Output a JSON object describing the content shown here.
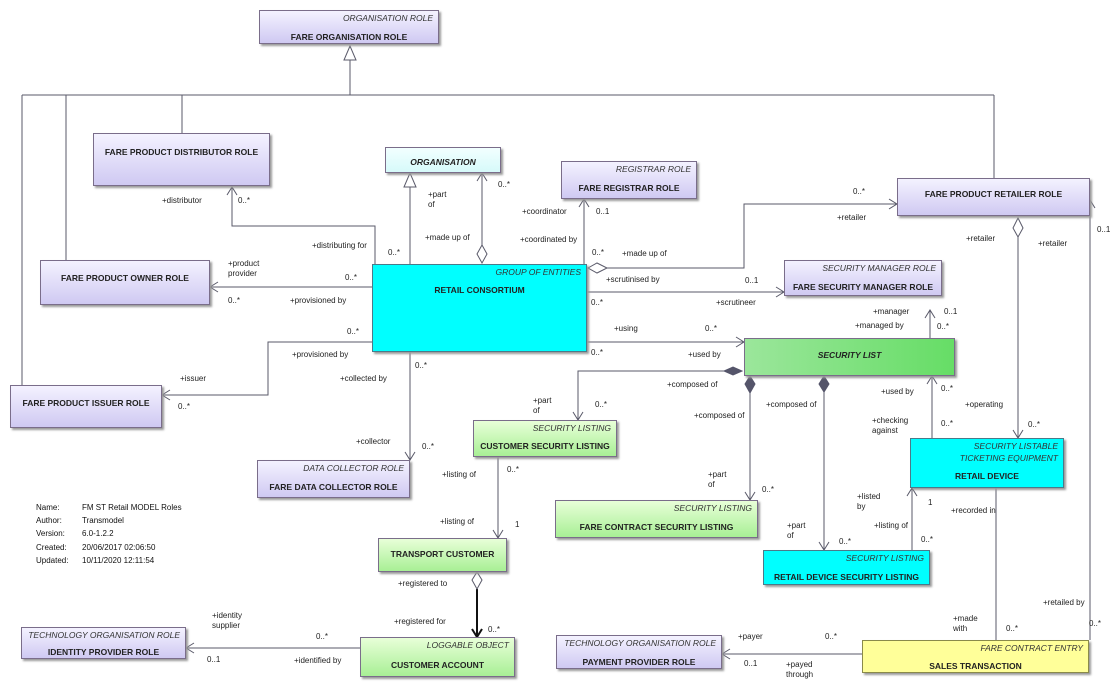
{
  "classes": {
    "fare_organisation_role": {
      "stereotype": "ORGANISATION ROLE",
      "name": "FARE ORGANISATION ROLE"
    },
    "fare_product_distributor_role": {
      "stereotype": "",
      "name": "FARE PRODUCT DISTRIBUTOR ROLE"
    },
    "organisation": {
      "stereotype": "",
      "name": "ORGANISATION"
    },
    "fare_registrar_role": {
      "stereotype": "REGISTRAR ROLE",
      "name": "FARE REGISTRAR ROLE"
    },
    "fare_product_retailer_role": {
      "stereotype": "",
      "name": "FARE PRODUCT RETAILER ROLE"
    },
    "fare_product_owner_role": {
      "stereotype": "",
      "name": "FARE PRODUCT OWNER ROLE"
    },
    "retail_consortium": {
      "stereotype": "GROUP OF ENTITIES",
      "name": "RETAIL CONSORTIUM"
    },
    "fare_security_manager_role": {
      "stereotype": "SECURITY MANAGER ROLE",
      "name": "FARE SECURITY MANAGER ROLE"
    },
    "security_list": {
      "stereotype": "",
      "name": "SECURITY LIST"
    },
    "fare_product_issuer_role": {
      "stereotype": "",
      "name": "FARE PRODUCT ISSUER ROLE"
    },
    "customer_security_listing": {
      "stereotype": "SECURITY LISTING",
      "name": "CUSTOMER SECURITY LISTING"
    },
    "retail_device": {
      "stereotype": "SECURITY LISTABLE",
      "stereotype2": "TICKETING EQUIPMENT",
      "name": "RETAIL DEVICE"
    },
    "fare_data_collector_role": {
      "stereotype": "DATA COLLECTOR ROLE",
      "name": "FARE DATA COLLECTOR ROLE"
    },
    "fare_contract_security_listing": {
      "stereotype": "SECURITY LISTING",
      "name": "FARE CONTRACT SECURITY LISTING"
    },
    "transport_customer": {
      "stereotype": "",
      "name": "TRANSPORT CUSTOMER"
    },
    "retail_device_security_listing": {
      "stereotype": "SECURITY LISTING",
      "name": "RETAIL DEVICE SECURITY LISTING"
    },
    "identity_provider_role": {
      "stereotype": "TECHNOLOGY ORGANISATION ROLE",
      "name": "IDENTITY PROVIDER ROLE"
    },
    "customer_account": {
      "stereotype": "LOGGABLE OBJECT",
      "name": "CUSTOMER ACCOUNT"
    },
    "payment_provider_role": {
      "stereotype": "TECHNOLOGY ORGANISATION ROLE",
      "name": "PAYMENT PROVIDER ROLE"
    },
    "sales_transaction": {
      "stereotype": "FARE CONTRACT ENTRY",
      "name": "SALES TRANSACTION"
    }
  },
  "labels": {
    "distributor": "+distributor",
    "distributor_mult": "0..*",
    "distributing_for": "+distributing for",
    "distributing_for_mult": "0..*",
    "part_of_org": "+part\nof",
    "org_mult": "0..*",
    "made_up_of_org": "+made up of",
    "coordinator": "+coordinator",
    "coordinator_mult": "0..1",
    "coordinated_by": "+coordinated by",
    "coord_rc_mult": "0..*",
    "made_up_of_ret": "+made up of",
    "retailer_mult_top": "0..*",
    "retailer_lbl": "+retailer",
    "product_provider": "+product\nprovider",
    "owner_mult_rc": "0..*",
    "owner_mult": "0..*",
    "provisioned_by_1": "+provisioned by",
    "scrutinised_by": "+scrutinised by",
    "scrutiniser_mult": "0..1",
    "scrutineer": "+scrutineer",
    "scrutinised_mult": "0..*",
    "retailer_left": "+retailer",
    "retailer_right": "+retailer",
    "retailer_side_mult": "0..1",
    "issuer_rc_mult": "0..*",
    "provisioned_by_2": "+provisioned by",
    "issuer": "+issuer",
    "issuer_mult": "0..*",
    "using": "+using",
    "using_mult": "0..*",
    "used_by": "+used by",
    "used_by_mult": "0..*",
    "manager": "+manager",
    "manager_mult": "0..1",
    "managed_by": "+managed by",
    "managed_by_mult": "0..*",
    "collected_by": "+collected by",
    "collected_mult": "0..*",
    "collector": "+collector",
    "collector_mult": "0..*",
    "part_of_csl": "+part\nof",
    "csl_mult": "0..*",
    "composed_of_1": "+composed of",
    "composed_of_2": "+composed of",
    "composed_of_3": "+composed of",
    "used_by_rd": "+used by",
    "used_by_rd_mult": "0..*",
    "checking_against": "+checking\nagainst",
    "checking_mult": "0..*",
    "operating": "+operating",
    "operating_mult": "0..*",
    "listing_of_csl": "+listing of",
    "listing_of_csl_mult": "0..*",
    "listing_of_tc": "+listing of",
    "listing_of_tc_mult": "1",
    "part_of_fcsl": "+part\nof",
    "fcsl_mult": "0..*",
    "part_of_rdsl": "+part\nof",
    "rdsl_mult": "0..*",
    "listed_by": "+listed\nby",
    "listed_by_mult": "1",
    "listing_of_rd": "+listing of",
    "listing_of_rd_mult": "0..*",
    "recorded_in": "+recorded in",
    "registered_to": "+registered to",
    "registered_for": "+registered for",
    "registered_for_mult": "0..*",
    "identity_supplier": "+identity\nsupplier",
    "identity_mult": "0..*",
    "identified_by": "+identified by",
    "identified_mult": "0..1",
    "payer": "+payer",
    "payer_mult": "0..*",
    "payed_through": "+payed\nthrough",
    "payed_mult": "0..1",
    "made_with": "+made\nwith",
    "made_with_mult": "0..*",
    "retailed_by": "+retailed by",
    "retailed_mult": "0..*"
  },
  "metadata": [
    {
      "key": "Name:",
      "value": "FM ST Retail MODEL Roles"
    },
    {
      "key": "Author:",
      "value": "Transmodel"
    },
    {
      "key": "Version:",
      "value": "6.0-1.2.2"
    },
    {
      "key": "Created:",
      "value": "20/06/2017 02:06:50"
    },
    {
      "key": "Updated:",
      "value": "10/11/2020 12:11:54"
    }
  ]
}
